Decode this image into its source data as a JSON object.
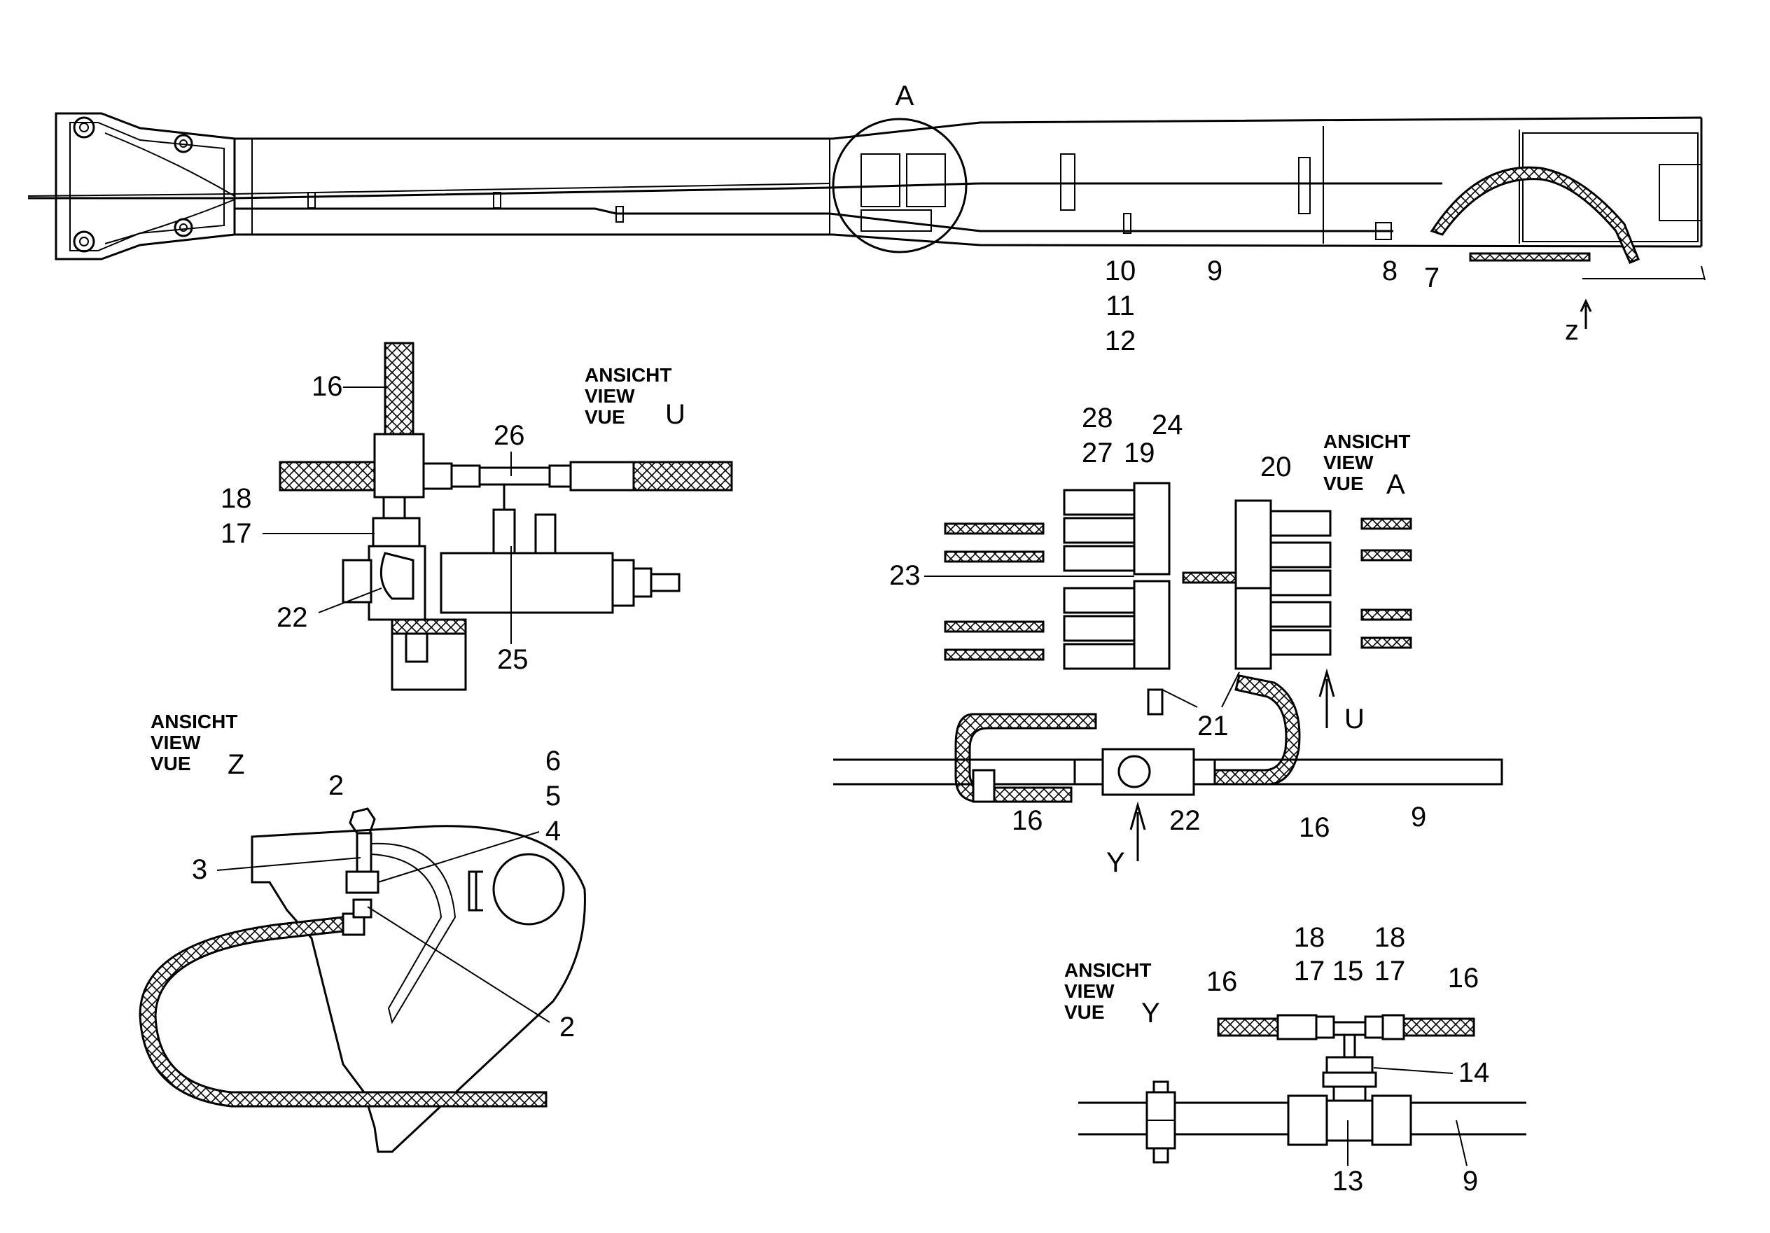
{
  "top": {
    "detail_label": "A",
    "callouts": [
      "10",
      "11",
      "12",
      "9",
      "8",
      "7"
    ],
    "z_label": "z"
  },
  "view_u": {
    "words": [
      "ANSICHT",
      "VIEW",
      "VUE"
    ],
    "letter": "U",
    "callouts": [
      "16",
      "26",
      "18",
      "17",
      "22",
      "25"
    ]
  },
  "view_a": {
    "words": [
      "ANSICHT",
      "VIEW",
      "VUE"
    ],
    "letter": "A",
    "callouts": [
      "28",
      "24",
      "27",
      "19",
      "20",
      "23",
      "21",
      "16",
      "22",
      "16",
      "9"
    ],
    "arrow_u": "U",
    "arrow_y": "Y"
  },
  "view_z": {
    "words": [
      "ANSICHT",
      "VIEW",
      "VUE"
    ],
    "letter": "Z",
    "callouts": [
      "6",
      "5",
      "4",
      "2",
      "3",
      "2"
    ]
  },
  "view_y": {
    "words": [
      "ANSICHT",
      "VIEW",
      "VUE"
    ],
    "letter": "Y",
    "callouts": [
      "18",
      "18",
      "17",
      "15",
      "17",
      "16",
      "16",
      "14",
      "13",
      "9"
    ]
  }
}
